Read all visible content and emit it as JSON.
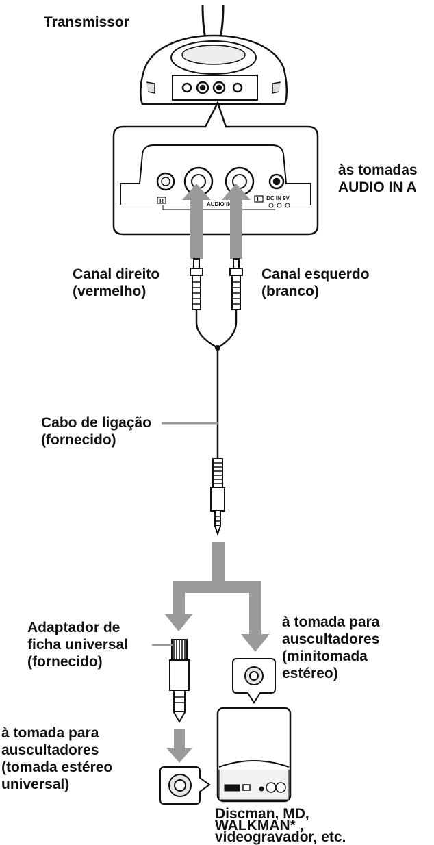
{
  "colors": {
    "ink": "#111111",
    "arrow": "#9a9a9a",
    "device_fill": "#ffffff",
    "shade": "#e6e6e6"
  },
  "labels": {
    "transmitter": "Transmissor",
    "audio_in": [
      "às tomadas",
      "AUDIO IN A"
    ],
    "right_channel": [
      "Canal direito",
      "(vermelho)"
    ],
    "left_channel": [
      "Canal esquerdo",
      "(branco)"
    ],
    "cable": [
      "Cabo de ligação",
      "(fornecido)"
    ],
    "adapter": [
      "Adaptador de",
      "ficha universal",
      "(fornecido)"
    ],
    "mini_jack": [
      "à tomada para",
      "auscultadores",
      "(minitomada",
      "estéreo)"
    ],
    "universal_jack": [
      "à tomada para",
      "auscultadores",
      "(tomada estéreo",
      "universal)"
    ],
    "devices": [
      "Discman, MD,",
      "WALKMAN* ,",
      "videogravador, etc."
    ]
  },
  "panel_markings": {
    "right_marker": "R",
    "left_marker": "L",
    "audio_in": "AUDIO IN",
    "dc_in": "DC IN 9V"
  },
  "icons": {
    "transmitter": "transmitter-device-icon",
    "panel": "connector-panel-icon",
    "rca_plugs": "rca-plug-icon",
    "mini_plug": "stereo-mini-plug-icon",
    "adapter": "plug-adapter-icon",
    "jack": "headphone-jack-icon",
    "player": "portable-player-icon"
  }
}
